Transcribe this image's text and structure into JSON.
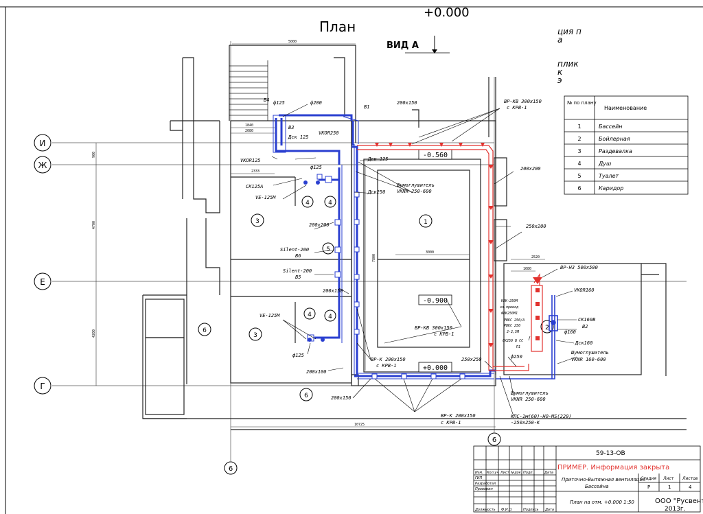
{
  "title": {
    "plan": "План",
    "vid": "ВИД А",
    "elev_top": "+0.000",
    "frag1": "ция п",
    "frag2": "а",
    "frag3": "плик",
    "frag4": "к",
    "frag5": "э"
  },
  "axes": {
    "i": "И",
    "zh": "Ж",
    "e": "Е",
    "g": "Г",
    "six_bottom": "6",
    "six_mid": "6"
  },
  "levels": {
    "l1": "-0.560",
    "l2": "-0.900",
    "l3": "+0.000"
  },
  "rooms": {
    "r1": "1",
    "r2": "2",
    "r3a": "3",
    "r3b": "3",
    "r4a": "4",
    "r4b": "4",
    "r4c": "4",
    "r4d": "4",
    "r5": "5",
    "r6a": "6",
    "r6b": "6"
  },
  "dims": {
    "d5000": "5000",
    "d1840": "1840",
    "d2080": "2080",
    "d2333": "2333",
    "d900": "900",
    "d4700": "4700",
    "d4200": "4200",
    "d3000": "3000",
    "d7800": "7800",
    "d2520": "2520",
    "d1680": "1680",
    "d10725": "10725"
  },
  "labels": {
    "phi125a": "ф125",
    "phi200": "ф200",
    "v4": "В4",
    "v3": "В3",
    "v1": "В1",
    "dsk125a": "Дск 125",
    "vkor250": "VKOR250",
    "vkor125": "VKOR125",
    "phi125b": "ф125",
    "ck125a": "CK125A",
    "ve125m_a": "VE-125M",
    "dsk125b": "Дск 125",
    "dsk250": "Дск250",
    "shum1": "Шумоглушитель",
    "shum1b": "VKNR 250-600",
    "s200x150a": "200x150",
    "s200x200a": "200x200",
    "s200x200b": "200x200",
    "silent1": "Silent-200",
    "b6": "В6",
    "silent2": "Silent-200",
    "b5": "В5",
    "s200x150b": "200x150",
    "ve125m_b": "VE-125M",
    "phi125c": "ф125",
    "s200x100": "200x100",
    "s200x150c": "200x150",
    "vrkv1": "ВР-КВ 300x150",
    "ckrv1": "с КРВ-1",
    "vrkv2": "ВР-КВ 300x150",
    "ckrv2": "с КРВ-1",
    "vrk1": "ВР-К 200x150",
    "ckrv3": "с КРВ-1",
    "vrk2": "ВР-К 200x150",
    "ckrv4": "с КРВ-1",
    "s250x200a": "250x200",
    "s250x250": "250x250",
    "vrn3": "ВР-Н3 500x500",
    "vkor160": "VKOR160",
    "kvk": "КВК-250М",
    "kvk2": "эл.привод",
    "kvk3": "ФВК250М1",
    "pvks": "РВКС 250/А",
    "rvks": "РВКС 250",
    "rvks2": "2-2,5М",
    "sk250": "СК250 В СС",
    "p1": "П1",
    "phi250": "ф250",
    "ck160v": "CK160B",
    "v2": "В2",
    "phi160": "ф160",
    "dsk160": "Дск160",
    "shum2": "Шумоглушитель",
    "shum2b": "VKNR 160-600",
    "shum3": "Шумоглушитель",
    "shum3b": "VKNR 250-600",
    "kps": "КПС-1м(60)-НО-MS(220)",
    "kps2": "-250x250-К"
  },
  "legend": {
    "col1": "№ по плану",
    "col2": "Наименование",
    "rows": [
      {
        "n": "1",
        "name": "Бассейн"
      },
      {
        "n": "2",
        "name": "Бойлерная"
      },
      {
        "n": "3",
        "name": "Раздевалка"
      },
      {
        "n": "4",
        "name": "Душ"
      },
      {
        "n": "5",
        "name": "Туалет"
      },
      {
        "n": "6",
        "name": "Каридор"
      }
    ]
  },
  "stamp": {
    "code": "59-13-ОВ",
    "banner": "ПРИМЕР. Информация закрыта",
    "h_izm": "Изм.",
    "h_kol": "Кол.уч",
    "h_list": "Лист",
    "h_ndok": "№док.",
    "h_podp": "Подп.",
    "h_data": "Дата",
    "gip": "ГИП",
    "razrab": "Разработал",
    "prover": "Проверил",
    "name1": "Приточно-Вытяжная вентиляция",
    "name2": "Бассейна",
    "stadia": "Стадия",
    "list": "Лист",
    "listov": "Листов",
    "v_stadia": "Р",
    "v_list": "1",
    "v_listov": "4",
    "sheet": "План на отм. +0.000 1:50",
    "org": "ООО \"Русвент\"",
    "year": "2013г.",
    "dolzh": "Должность",
    "fio": "Ф.И.О.",
    "podpis": "Подпись",
    "data": "Дата"
  },
  "colors": {
    "blue": "#2a3fd0",
    "red": "#e2322e",
    "line": "#222222"
  }
}
